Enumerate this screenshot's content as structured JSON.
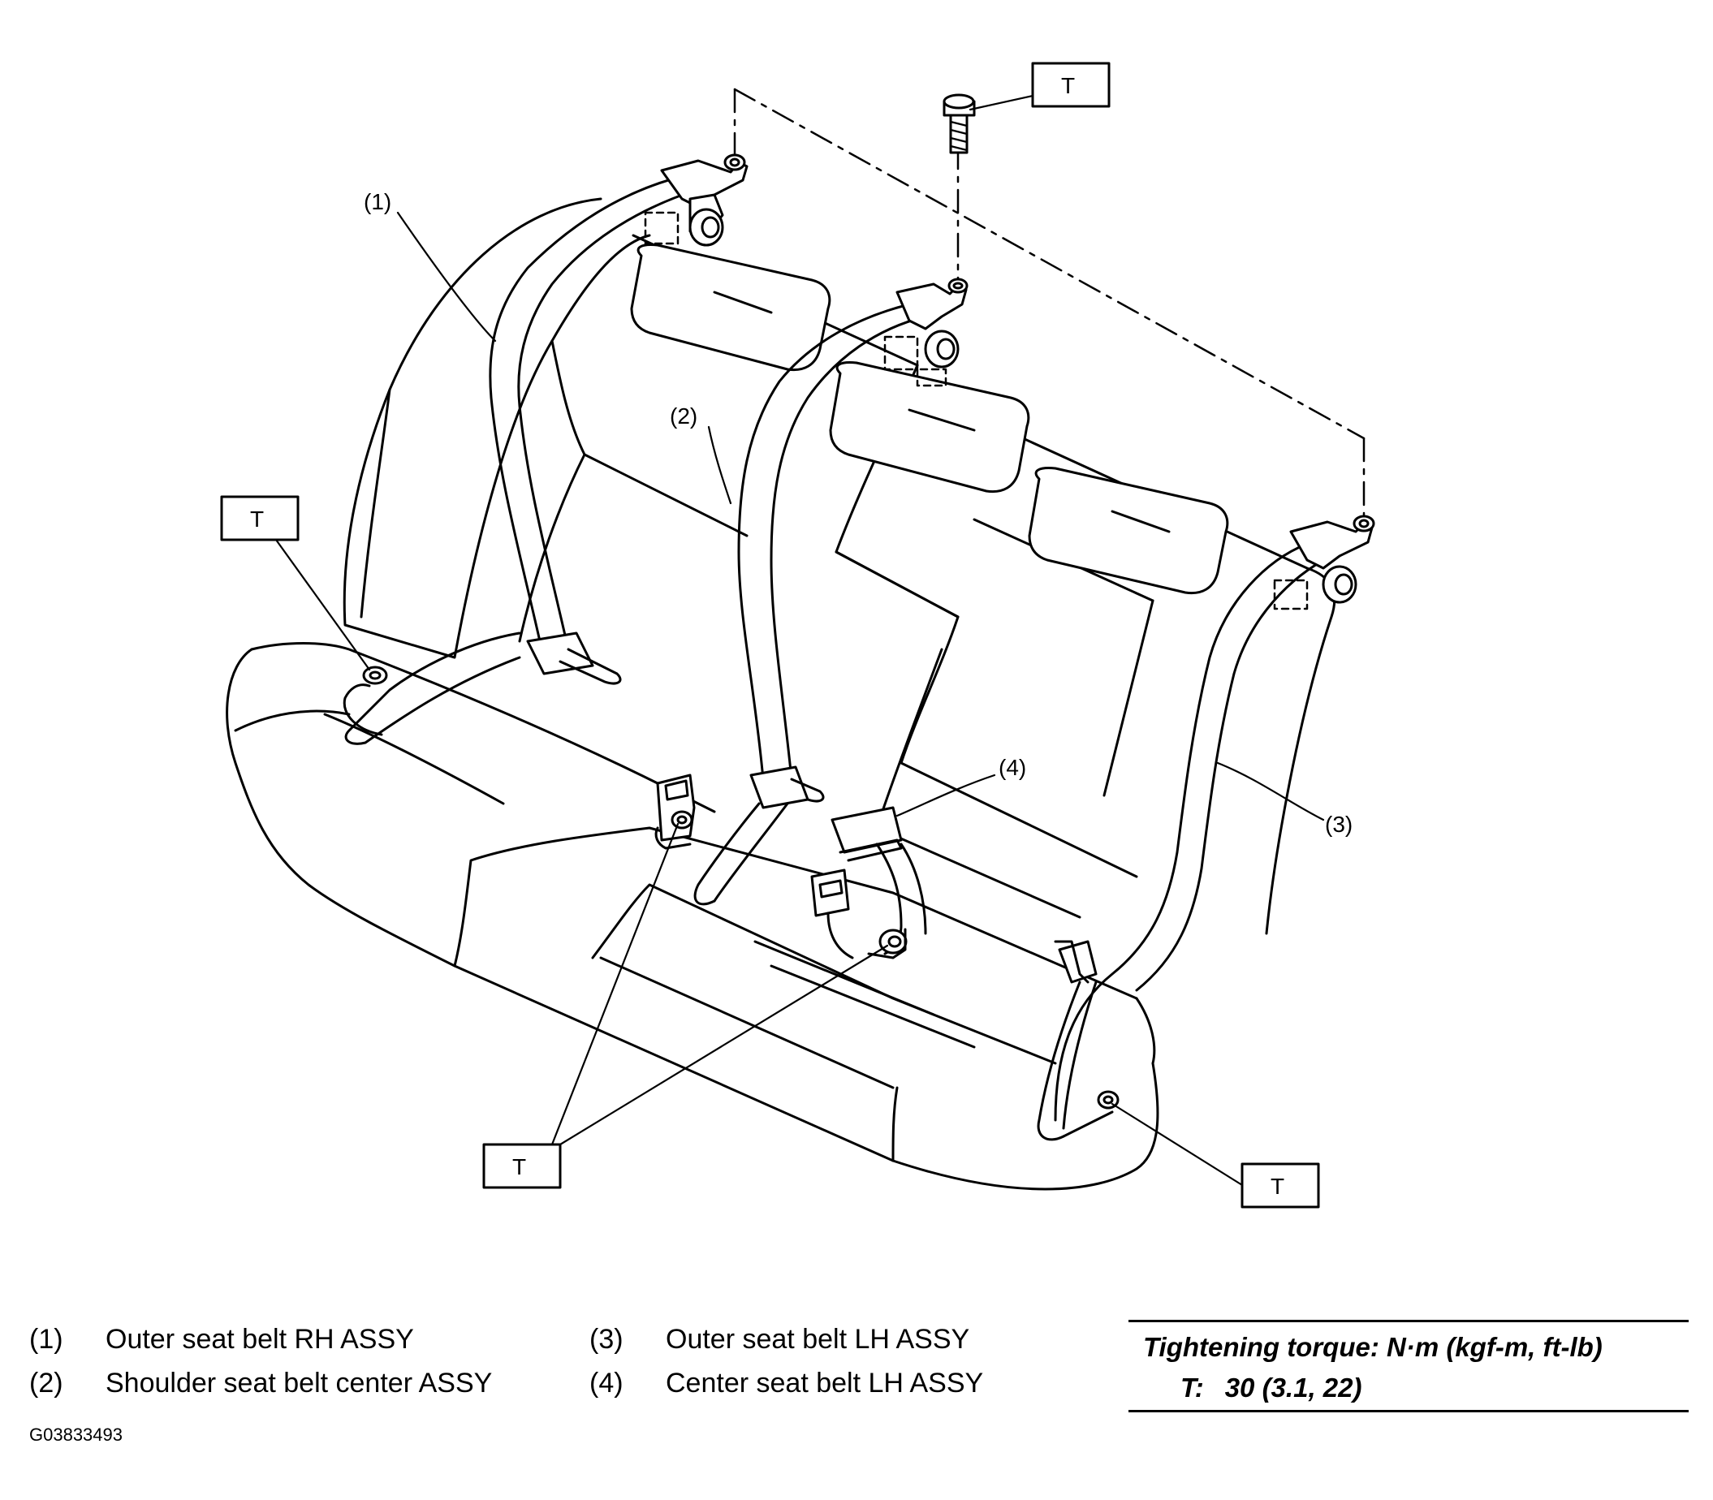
{
  "callouts": {
    "c1": "(1)",
    "c2": "(2)",
    "c3": "(3)",
    "c4": "(4)",
    "t": "T"
  },
  "legend": [
    {
      "num": "(1)",
      "text": "Outer seat belt RH ASSY"
    },
    {
      "num": "(2)",
      "text": "Shoulder seat belt center ASSY"
    },
    {
      "num": "(3)",
      "text": "Outer seat belt LH ASSY"
    },
    {
      "num": "(4)",
      "text": "Center seat belt LH ASSY"
    }
  ],
  "torque": {
    "title": "Tightening torque: N·m (kgf-m, ft-lb)",
    "label": "T:",
    "value": "30 (3.1, 22)"
  },
  "figure_code": "G03833493"
}
